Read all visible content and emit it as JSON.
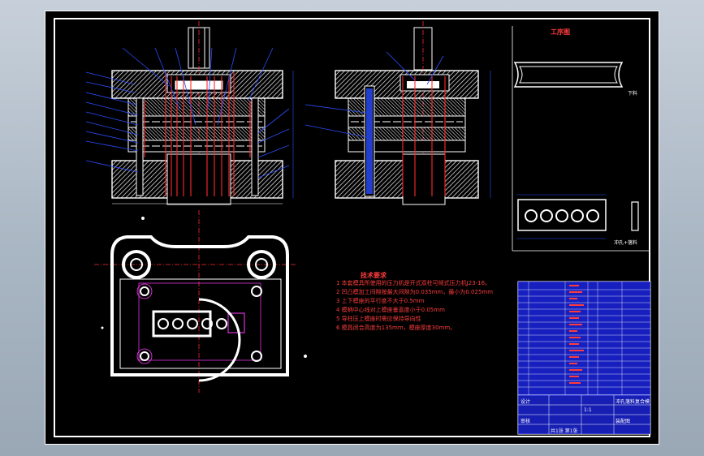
{
  "process_title": "工序图",
  "process_note_1": "下料",
  "process_note_2": "冲孔+落料",
  "tech_title": "技术要求",
  "tech_requirements": [
    "1 本套模具所使用的压力机是开式双柱可倾式压力机J23-16。",
    "2 凹凸模加工间隙按最大间隙为0.035mm，最小为0.025mm",
    "3 上下模座的平行度不大于0.5mm",
    "4 模柄中心线对上模座垂直度小于0.05mm",
    "5 导柱压上模座时需应保持导向性",
    "6 模具闭合高度为135mm，模座厚度30mm。"
  ],
  "title_block": {
    "drawing_name": "冲孔落料复合模",
    "design_label": "设计",
    "check_label": "审核",
    "scale": "1:1",
    "sheet": "共1张 第1张",
    "company": "装配图"
  },
  "colors": {
    "background": "#000000",
    "outline": "#ffffff",
    "hatch": "#ffffff",
    "section_red": "#ff2a2a",
    "leader_blue": "#2a4dff",
    "text_red": "#ff3c3c"
  }
}
